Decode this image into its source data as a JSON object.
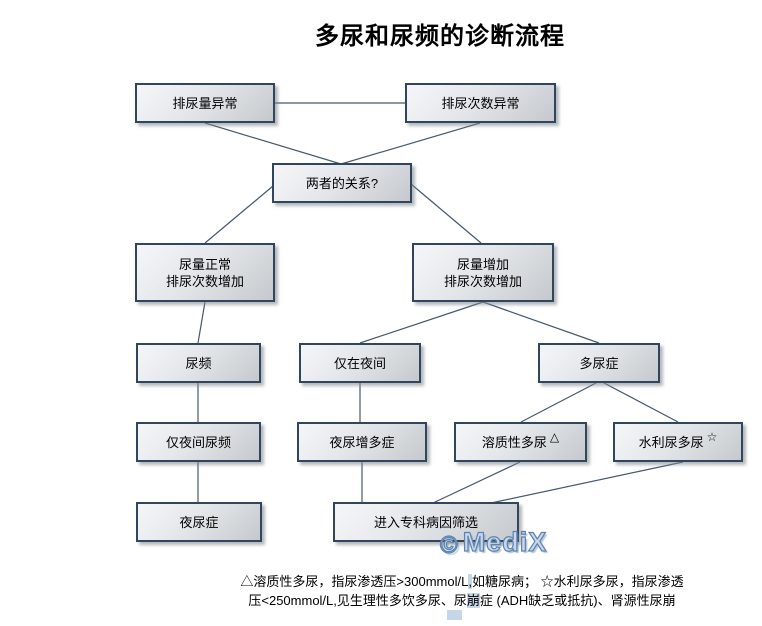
{
  "title": "多尿和尿频的诊断流程",
  "nodes": {
    "a": {
      "label": "排尿量异常"
    },
    "b": {
      "label": "排尿次数异常"
    },
    "c": {
      "label": "两者的关系?"
    },
    "d": {
      "label": "尿量正常\n排尿次数增加"
    },
    "e": {
      "label": "尿量增加\n排尿次数增加"
    },
    "f": {
      "label": "尿频"
    },
    "g": {
      "label": "仅在夜间"
    },
    "h": {
      "label": "多尿症"
    },
    "i": {
      "label": "仅夜间尿频"
    },
    "j": {
      "label": "夜尿增多症"
    },
    "k": {
      "label": "溶质性多尿",
      "sup": "△"
    },
    "l": {
      "label": "水利尿多尿",
      "sup": "☆"
    },
    "m": {
      "label": "夜尿症"
    },
    "n": {
      "label": "进入专科病因筛选"
    }
  },
  "watermark": {
    "copyright": "©",
    "brand": "MediX"
  },
  "footnote": {
    "line1_pre": "△溶质性多尿，指尿渗透压>300mmol/L",
    "line1_hl": ",",
    "line1_post": "如糖尿病； ☆水利尿多尿，指尿渗透",
    "line2_pre": "压<250mmol/L,见生理性多饮多尿、尿",
    "line2_hl": "崩",
    "line2_post": "症 (ADH缺乏或抵抗)、肾源性尿崩"
  },
  "colors": {
    "box-border": "#31465c",
    "box-fill-light": "#f5f6f8",
    "box-fill-mid": "#e4e7ea",
    "box-fill-dark": "#c5c9cd",
    "connector": "#46596d",
    "text": "#000000",
    "watermark-fill": "#c8d8e9",
    "watermark-stroke": "#5d83ae",
    "highlight": "#c6d6e6"
  }
}
